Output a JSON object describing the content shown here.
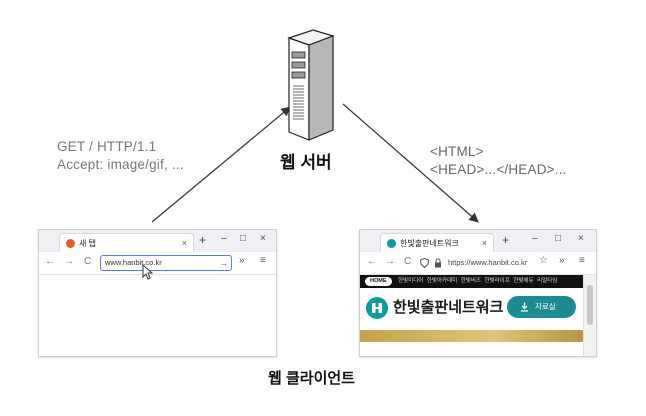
{
  "request": {
    "line1": "GET / HTTP/1.1",
    "line2": "Accept: image/gif, ..."
  },
  "response": {
    "line1": "<HTML>",
    "line2": "<HEAD>...</HEAD>..."
  },
  "server": {
    "label": "웹 서버",
    "icon": "server-tower-icon"
  },
  "client": {
    "label": "웹 클라이언트"
  },
  "client_browser": {
    "tab_title": "새 탭",
    "close": "×",
    "new_tab": "+",
    "minimize": "–",
    "maximize": "□",
    "window_close": "×",
    "back": "←",
    "forward": "→",
    "reload": "C",
    "url": "www.hanbit.co.kr",
    "go": "→",
    "more": "»",
    "menu": "≡"
  },
  "server_browser": {
    "tab_title": "한빛출판네트워크",
    "close": "×",
    "new_tab": "+",
    "minimize": "–",
    "maximize": "□",
    "window_close": "×",
    "back": "←",
    "forward": "→",
    "reload": "C",
    "url": "https://www.hanbit.co.kr",
    "bookmark": "☆",
    "more": "»",
    "menu": "≡",
    "home_tag": "HOME",
    "nav_links": "한빛미디어  한빛아카데미  한빛비즈  한빛라이프  한빛에듀  리얼타임",
    "brand_name": "한빛출판네트워크",
    "download_button": "자료실",
    "brand_color": "#0d9aa0",
    "button_color": "#1b8c94"
  },
  "colors": {
    "arrow": "#333333",
    "caption_text": "#777777"
  }
}
